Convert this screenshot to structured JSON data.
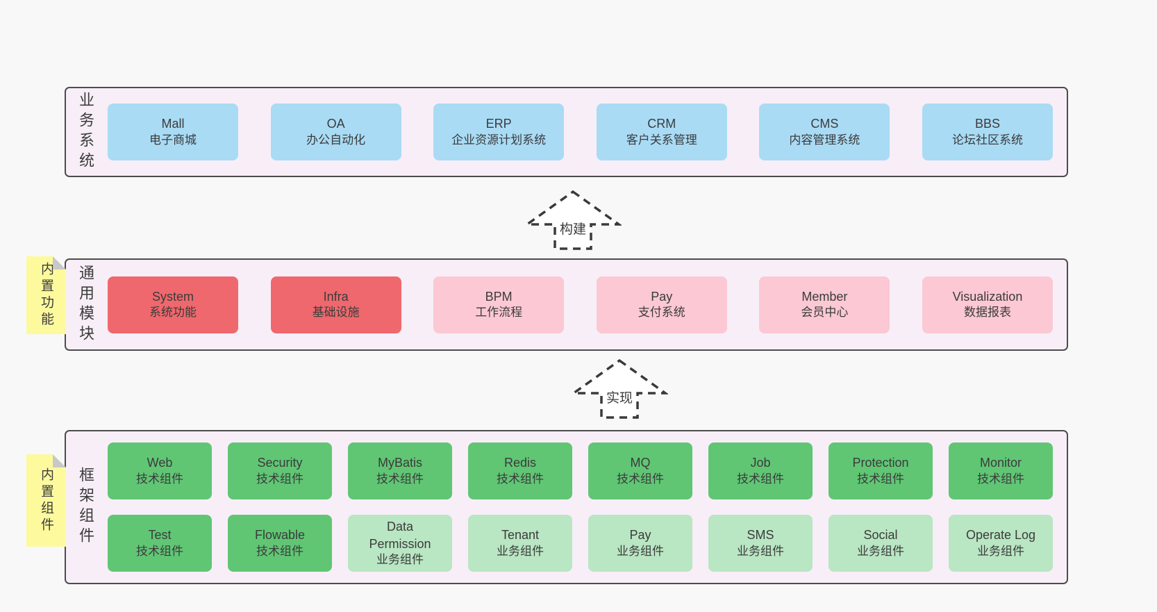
{
  "colors": {
    "page_bg": "#f8f8f8",
    "band_bg": "#f8eef7",
    "band_border": "#4c4c4c",
    "blue": "#a9dbf5",
    "red": "#ef686d",
    "pink": "#fbc8d3",
    "green": "#60c674",
    "lightGreen": "#b9e6c3",
    "sticky_yellow": "#fcfa9d",
    "sticky_fold": "#c8c8c8",
    "text": "#3b3b3b",
    "arrow_stroke": "#3a3a3a"
  },
  "arrows": [
    {
      "label": "构建"
    },
    {
      "label": "实现"
    }
  ],
  "bands": [
    {
      "label": "业务系统",
      "sticky": null,
      "rows": [
        [
          {
            "en": "Mall",
            "zh": "电子商城",
            "color": "blue"
          },
          {
            "en": "OA",
            "zh": "办公自动化",
            "color": "blue"
          },
          {
            "en": "ERP",
            "zh": "企业资源计划系统",
            "color": "blue"
          },
          {
            "en": "CRM",
            "zh": "客户关系管理",
            "color": "blue"
          },
          {
            "en": "CMS",
            "zh": "内容管理系统",
            "color": "blue"
          },
          {
            "en": "BBS",
            "zh": "论坛社区系统",
            "color": "blue"
          }
        ]
      ]
    },
    {
      "label": "通用模块",
      "sticky": "内置功能",
      "rows": [
        [
          {
            "en": "System",
            "zh": "系统功能",
            "color": "red"
          },
          {
            "en": "Infra",
            "zh": "基础设施",
            "color": "red"
          },
          {
            "en": "BPM",
            "zh": "工作流程",
            "color": "pink"
          },
          {
            "en": "Pay",
            "zh": "支付系统",
            "color": "pink"
          },
          {
            "en": "Member",
            "zh": "会员中心",
            "color": "pink"
          },
          {
            "en": "Visualization",
            "zh": "数据报表",
            "color": "pink"
          }
        ]
      ]
    },
    {
      "label": "框架组件",
      "sticky": "内置组件",
      "rows": [
        [
          {
            "en": "Web",
            "zh": "技术组件",
            "color": "green"
          },
          {
            "en": "Security",
            "zh": "技术组件",
            "color": "green"
          },
          {
            "en": "MyBatis",
            "zh": "技术组件",
            "color": "green"
          },
          {
            "en": "Redis",
            "zh": "技术组件",
            "color": "green"
          },
          {
            "en": "MQ",
            "zh": "技术组件",
            "color": "green"
          },
          {
            "en": "Job",
            "zh": "技术组件",
            "color": "green"
          },
          {
            "en": "Protection",
            "zh": "技术组件",
            "color": "green"
          },
          {
            "en": "Monitor",
            "zh": "技术组件",
            "color": "green"
          }
        ],
        [
          {
            "en": "Test",
            "zh": "技术组件",
            "color": "green"
          },
          {
            "en": "Flowable",
            "zh": "技术组件",
            "color": "green"
          },
          {
            "en": "Data Permission",
            "zh": "业务组件",
            "color": "lightGreen"
          },
          {
            "en": "Tenant",
            "zh": "业务组件",
            "color": "lightGreen"
          },
          {
            "en": "Pay",
            "zh": "业务组件",
            "color": "lightGreen"
          },
          {
            "en": "SMS",
            "zh": "业务组件",
            "color": "lightGreen"
          },
          {
            "en": "Social",
            "zh": "业务组件",
            "color": "lightGreen"
          },
          {
            "en": "Operate Log",
            "zh": "业务组件",
            "color": "lightGreen"
          }
        ]
      ]
    }
  ]
}
